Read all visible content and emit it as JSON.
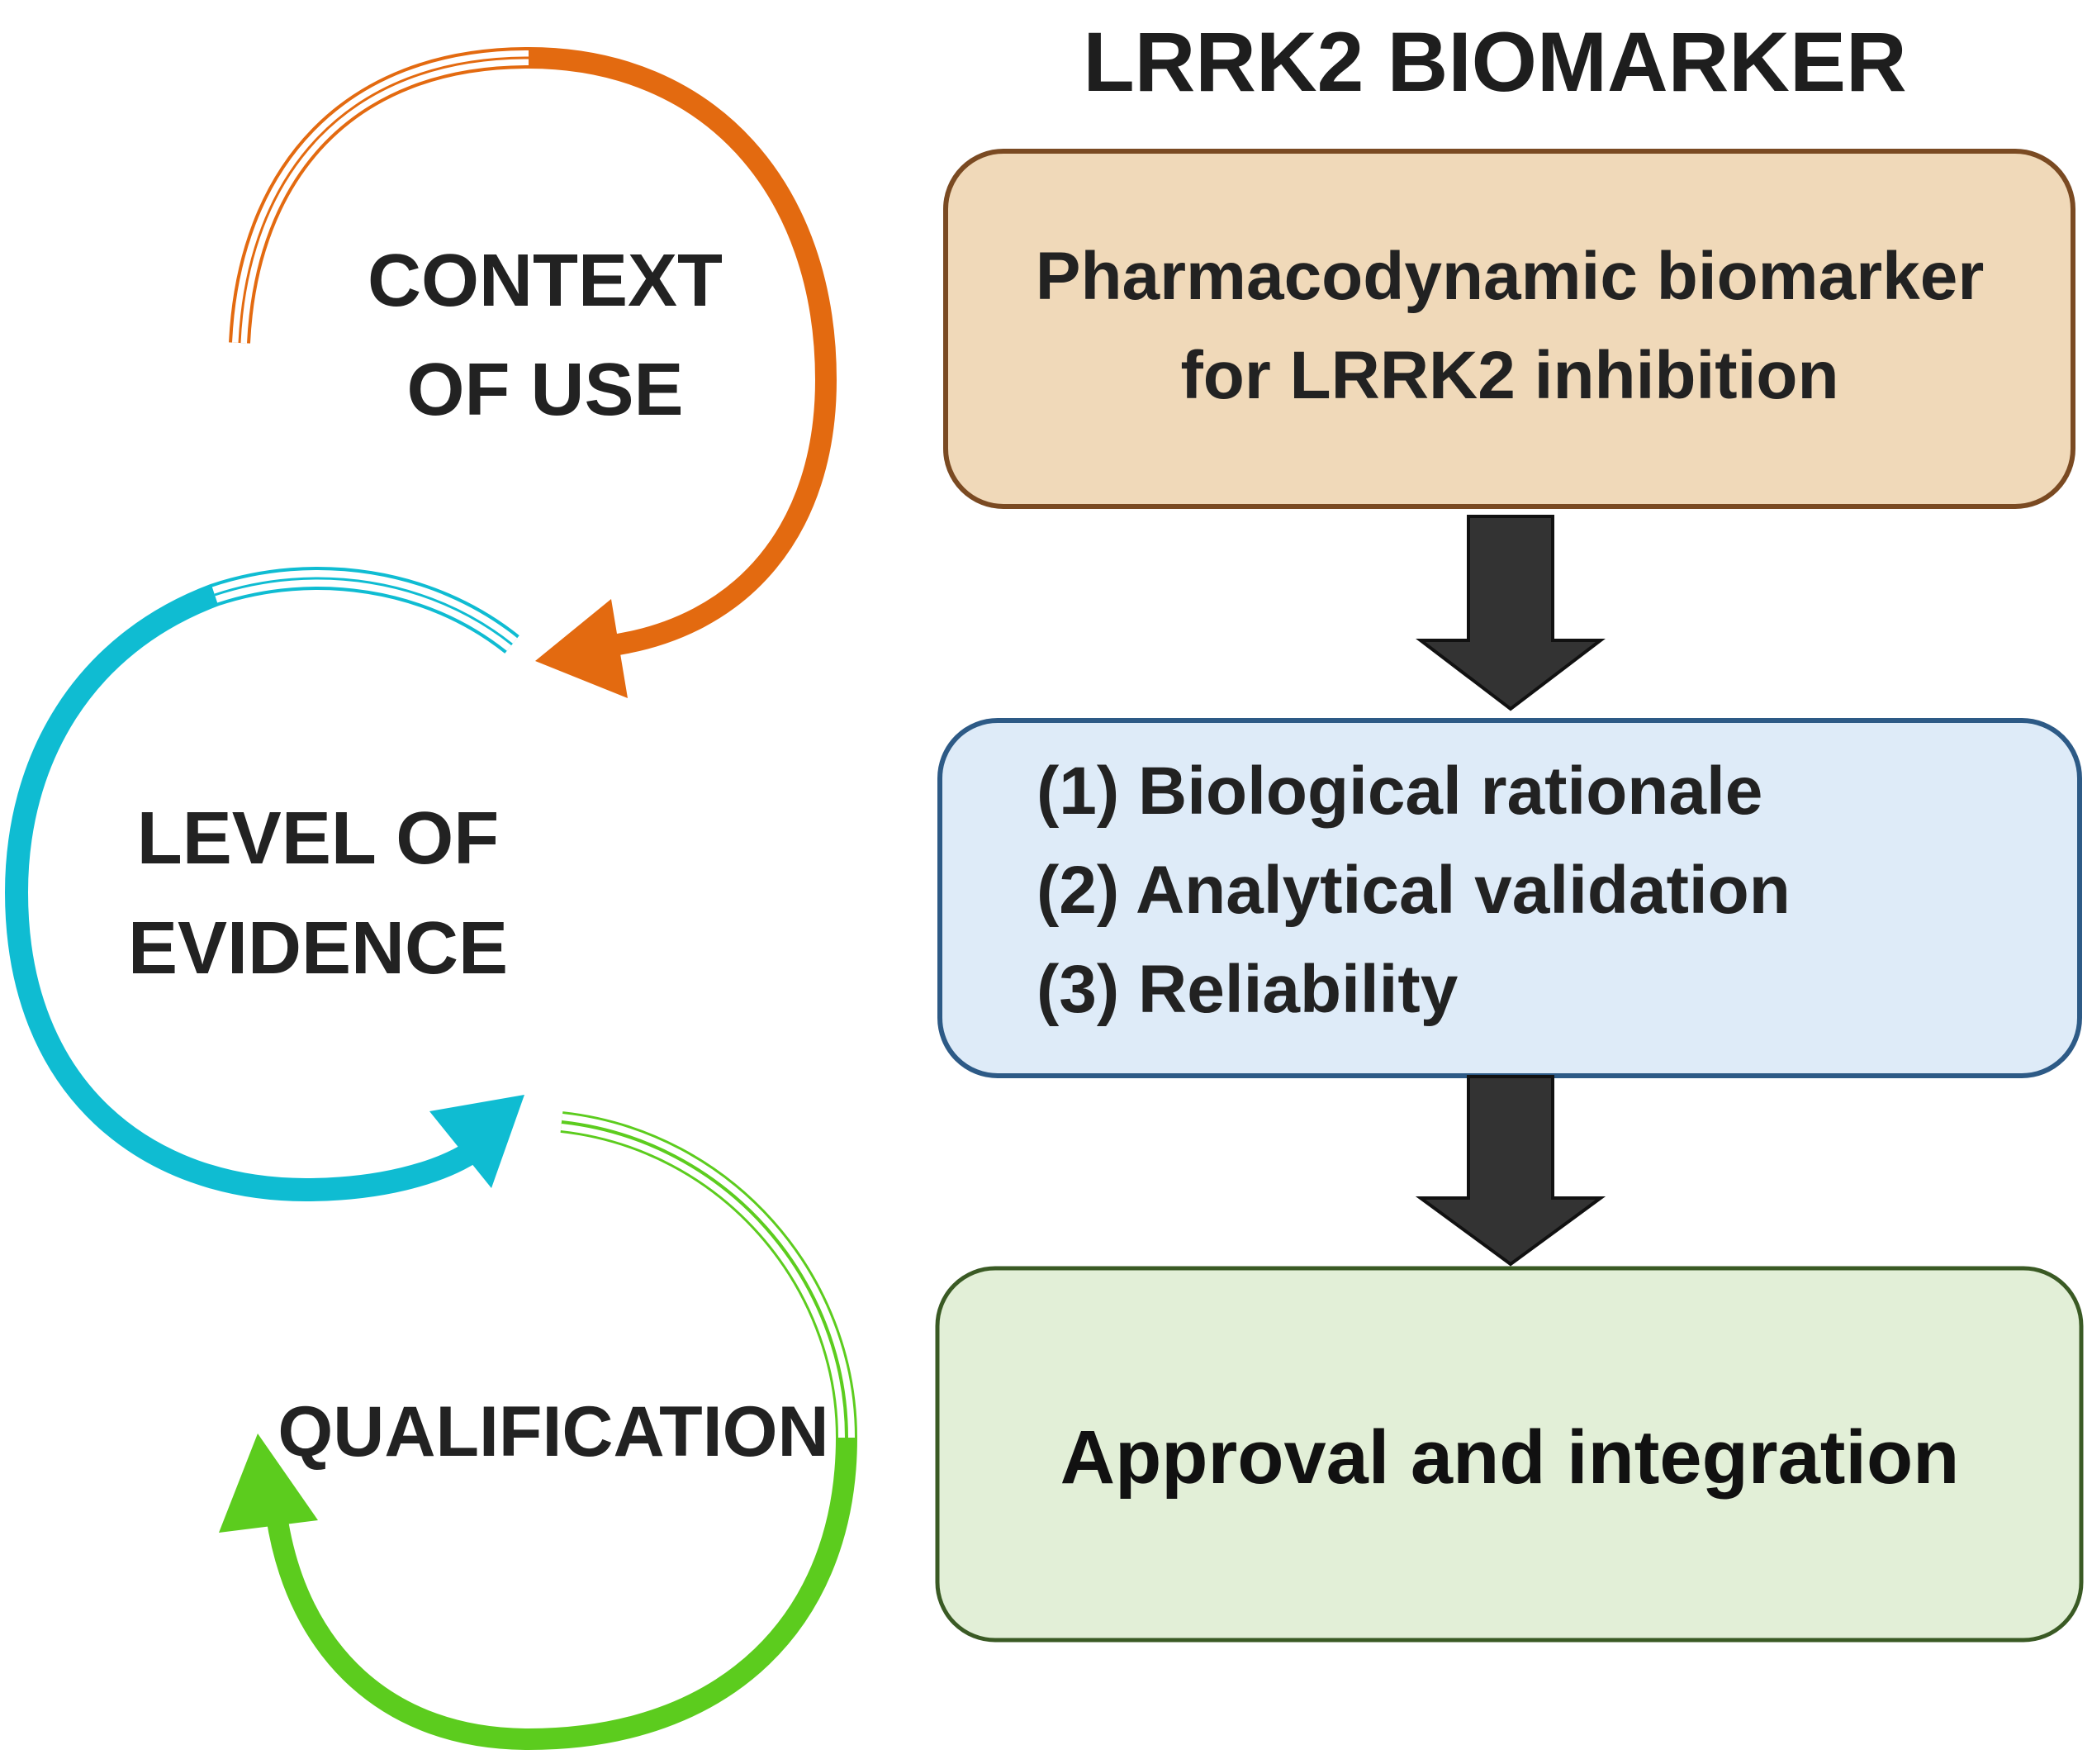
{
  "title": "LRRK2 BIOMARKER",
  "cycle": {
    "steps": [
      {
        "lines": [
          "CONTEXT",
          "OF USE"
        ],
        "color": "#e36a10"
      },
      {
        "lines": [
          "LEVEL OF",
          "EVIDENCE"
        ],
        "color": "#0fbcd2"
      },
      {
        "lines": [
          "QUALIFICATION"
        ],
        "color": "#5ccc1e"
      }
    ]
  },
  "flow": {
    "boxes": [
      {
        "lines": [
          "Pharmacodynamic biomarker",
          "for LRRK2 inhibition"
        ],
        "fill": "#f0d9b9",
        "stroke": "#7a4a22"
      },
      {
        "lines": [
          "(1) Biological rationale",
          "(2) Analytical validation",
          "(3) Reliability"
        ],
        "fill": "#deebf8",
        "stroke": "#2d5a86"
      },
      {
        "lines": [
          "Approval and integration"
        ],
        "fill": "#e2efd7",
        "stroke": "#3a5a24"
      }
    ],
    "arrow_color": "#333333"
  }
}
